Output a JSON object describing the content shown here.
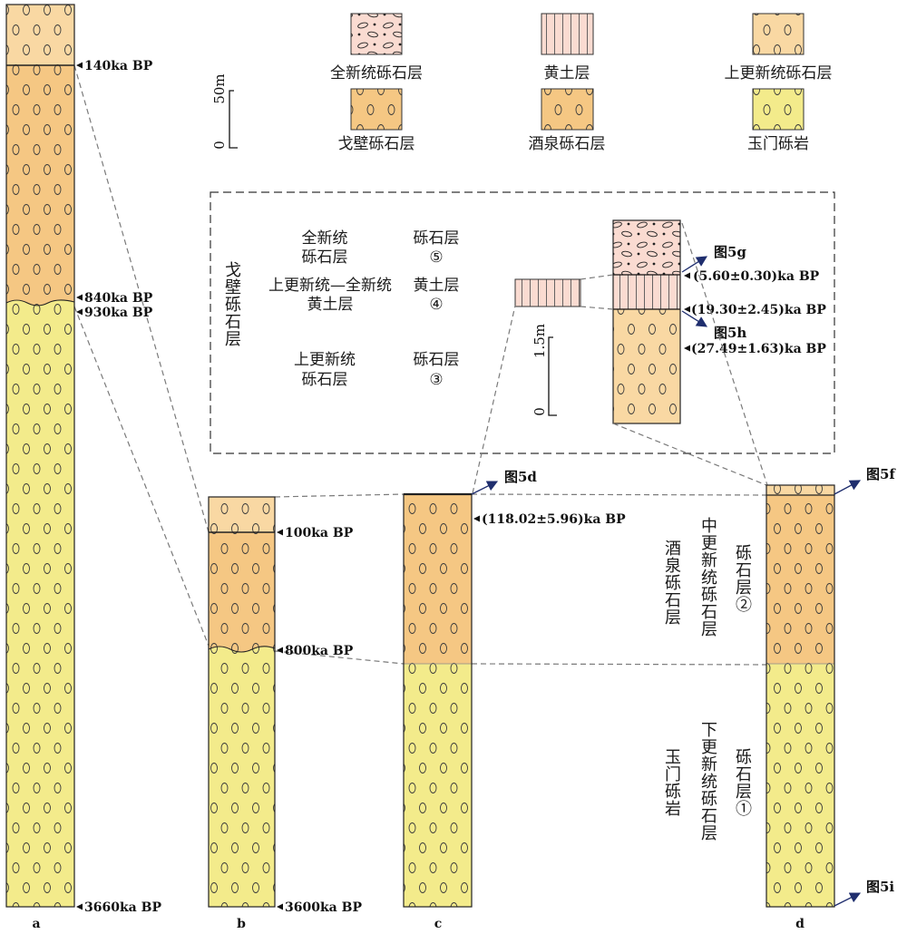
{
  "legend": {
    "items": [
      {
        "label": "全新统砾石层"
      },
      {
        "label": "黄土层"
      },
      {
        "label": "上更新统砾石层"
      },
      {
        "label": "戈壁砾石层"
      },
      {
        "label": "酒泉砾石层"
      },
      {
        "label": "玉门砾岩"
      }
    ],
    "scale": {
      "length": "50m",
      "zero": "0"
    }
  },
  "colors": {
    "holocene_gravel": "#FADBD1",
    "loess": "#FADBD1",
    "upper_pleistocene_gravel": "#F9D8A3",
    "gobi_gravel": "#F5C783",
    "jiuquan_gravel": "#F5C783",
    "yumen_conglomerate": "#F3EB8B",
    "correlation_line": "#7a7a7a",
    "figure_arrow": "#1F2E6E"
  },
  "columns": {
    "a": {
      "label": "a",
      "ages": [
        "140ka BP",
        "840ka BP",
        "930ka BP",
        "3660ka BP"
      ]
    },
    "b": {
      "label": "b",
      "ages": [
        "100ka BP",
        "800ka BP",
        "3600ka BP"
      ]
    },
    "c": {
      "label": "c",
      "ages": [
        "(118.02±5.96)ka BP"
      ],
      "figure_refs": [
        "图5d"
      ]
    },
    "d": {
      "label": "d",
      "figure_refs": [
        "图5f",
        "图5i"
      ]
    }
  },
  "units": {
    "middle": {
      "stratum": "中更新统砾石层",
      "formation": "酒泉砾石层",
      "layer": "砾石层②"
    },
    "lower": {
      "stratum": "下更新统砾石层",
      "formation": "玉门砾岩",
      "layer": "砾石层①"
    }
  },
  "inset": {
    "formation": "戈壁砾石层",
    "rows": [
      {
        "stratum": [
          "全新统",
          "砾石层"
        ],
        "layer": [
          "砾石层",
          "⑤"
        ]
      },
      {
        "stratum": [
          "上更新统—全新统",
          "黄土层"
        ],
        "layer": [
          "黄土层",
          "④"
        ]
      },
      {
        "stratum": [
          "上更新统",
          "砾石层"
        ],
        "layer": [
          "砾石层",
          "③"
        ]
      }
    ],
    "scale": {
      "length": "1.5m",
      "zero": "0"
    },
    "figure_refs": [
      "图5g",
      "图5h"
    ],
    "ages": [
      "(5.60±0.30)ka BP",
      "(19.30±2.45)ka BP",
      "(27.49±1.63)ka BP"
    ]
  }
}
